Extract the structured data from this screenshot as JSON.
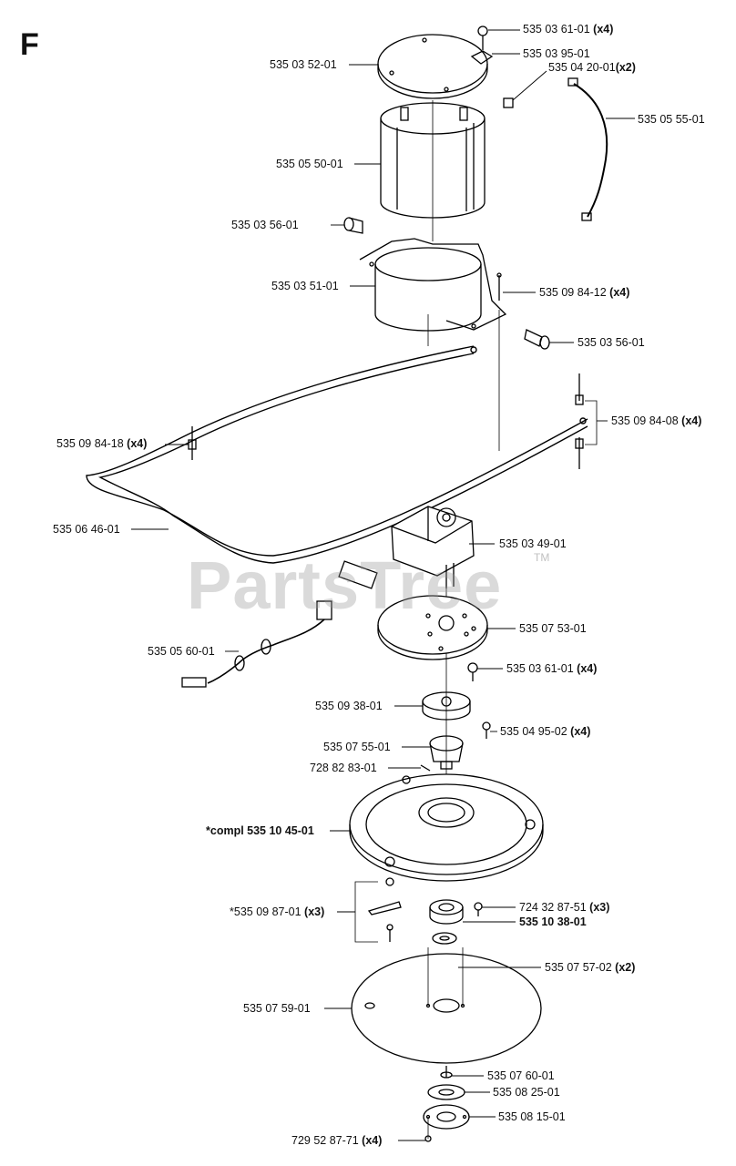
{
  "section_letter": "F",
  "watermark": {
    "text": "PartsTree",
    "tm": "TM"
  },
  "parts": [
    {
      "id": "p01",
      "number": "535 03 61-01",
      "qty": "(x4)",
      "bold": false
    },
    {
      "id": "p02",
      "number": "535 03 95-01",
      "qty": "",
      "bold": false
    },
    {
      "id": "p03",
      "number": "535 04 20-01",
      "qty": "(x2)",
      "bold": false
    },
    {
      "id": "p04",
      "number": "535 03 52-01",
      "qty": "",
      "bold": false
    },
    {
      "id": "p05",
      "number": "535 05 55-01",
      "qty": "",
      "bold": false
    },
    {
      "id": "p06",
      "number": "535 05 50-01",
      "qty": "",
      "bold": false
    },
    {
      "id": "p07",
      "number": "535 03 56-01",
      "qty": "",
      "bold": false
    },
    {
      "id": "p08",
      "number": "535 03 51-01",
      "qty": "",
      "bold": false
    },
    {
      "id": "p09",
      "number": "535 09 84-12",
      "qty": "(x4)",
      "bold": false
    },
    {
      "id": "p10",
      "number": "535 03 56-01",
      "qty": "",
      "bold": false
    },
    {
      "id": "p11",
      "number": "535 09 84-08",
      "qty": "(x4)",
      "bold": false
    },
    {
      "id": "p12",
      "number": "535 09 84-18",
      "qty": "(x4)",
      "bold": false
    },
    {
      "id": "p13",
      "number": "535 06 46-01",
      "qty": "",
      "bold": false
    },
    {
      "id": "p14",
      "number": "535 03 49-01",
      "qty": "",
      "bold": false
    },
    {
      "id": "p15",
      "number": "535 07 53-01",
      "qty": "",
      "bold": false
    },
    {
      "id": "p16",
      "number": "535 05 60-01",
      "qty": "",
      "bold": false
    },
    {
      "id": "p17",
      "number": "535 03 61-01",
      "qty": "(x4)",
      "bold": false
    },
    {
      "id": "p18",
      "number": "535 09 38-01",
      "qty": "",
      "bold": false
    },
    {
      "id": "p19",
      "number": "535 04 95-02",
      "qty": "(x4)",
      "bold": false
    },
    {
      "id": "p20",
      "number": "535 07 55-01",
      "qty": "",
      "bold": false
    },
    {
      "id": "p21",
      "number": "728 82 83-01",
      "qty": "",
      "bold": false
    },
    {
      "id": "p22",
      "number": "*compl 535 10 45-01",
      "qty": "",
      "bold": true
    },
    {
      "id": "p23",
      "number": "724 32 87-51",
      "qty": "(x3)",
      "bold": false
    },
    {
      "id": "p24",
      "number": "*535 09 87-01",
      "qty": "(x3)",
      "bold": false
    },
    {
      "id": "p25",
      "number": "535 10 38-01",
      "qty": "",
      "bold": true
    },
    {
      "id": "p26",
      "number": "535 07 57-02",
      "qty": "(x2)",
      "bold": false
    },
    {
      "id": "p27",
      "number": "535 07 59-01",
      "qty": "",
      "bold": false
    },
    {
      "id": "p28",
      "number": "535 07 60-01",
      "qty": "",
      "bold": false
    },
    {
      "id": "p29",
      "number": "535 08 25-01",
      "qty": "",
      "bold": false
    },
    {
      "id": "p30",
      "number": "535 08 15-01",
      "qty": "",
      "bold": false
    },
    {
      "id": "p31",
      "number": "729 52 87-71",
      "qty": "(x4)",
      "bold": false
    }
  ]
}
